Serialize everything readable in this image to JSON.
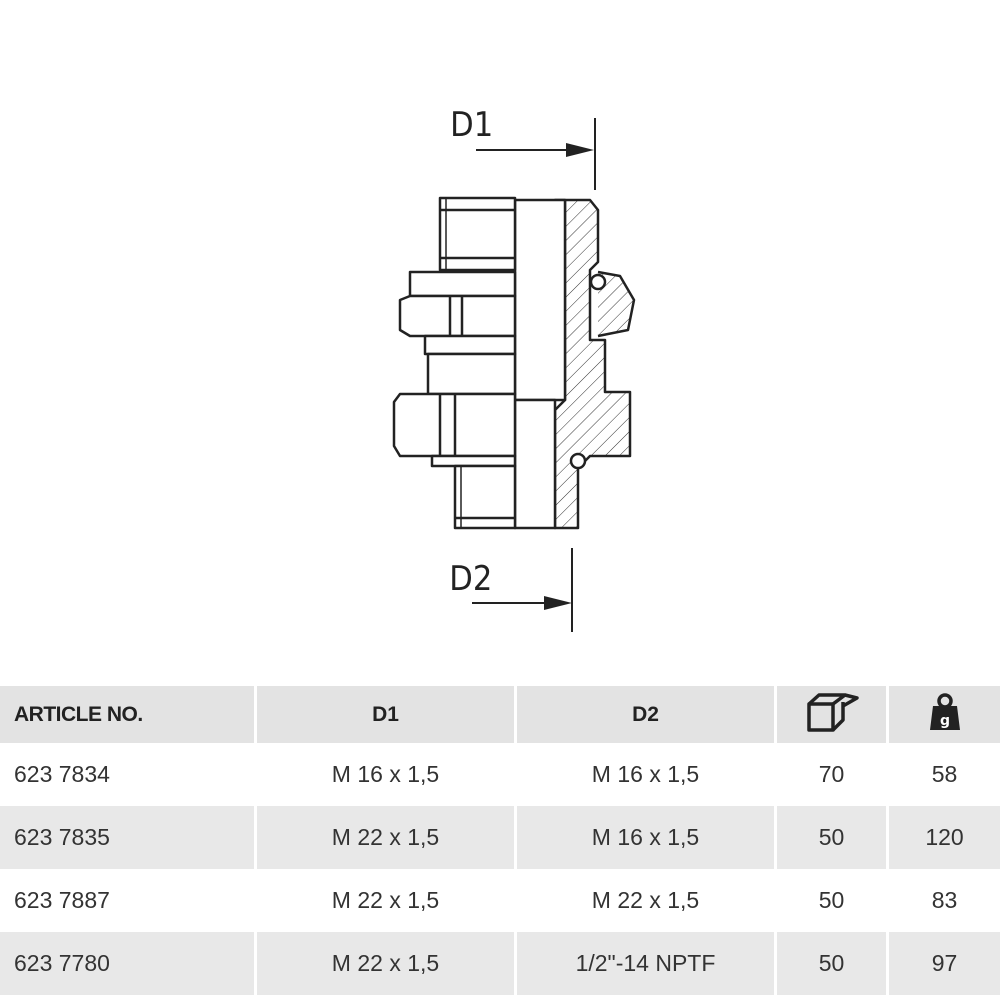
{
  "drawing": {
    "dimension_top": "D1",
    "dimension_bottom": "D2",
    "weight_icon_letter": "g",
    "icons": [
      "package-box-icon",
      "weight-icon"
    ]
  },
  "table": {
    "headers": {
      "article": "ARTICLE NO.",
      "d1": "D1",
      "d2": "D2"
    },
    "rows": [
      {
        "article": "623 7834",
        "d1": "M 16 x 1,5",
        "d2": "M 16 x 1,5",
        "pack": "70",
        "weight": "58"
      },
      {
        "article": "623 7835",
        "d1": "M 22 x 1,5",
        "d2": "M 16 x 1,5",
        "pack": "50",
        "weight": "120"
      },
      {
        "article": "623 7887",
        "d1": "M 22 x 1,5",
        "d2": "M 22 x 1,5",
        "pack": "50",
        "weight": "83"
      },
      {
        "article": "623 7780",
        "d1": "M 22 x 1,5",
        "d2": "1/2\"-14 NPTF",
        "pack": "50",
        "weight": "97"
      }
    ]
  }
}
